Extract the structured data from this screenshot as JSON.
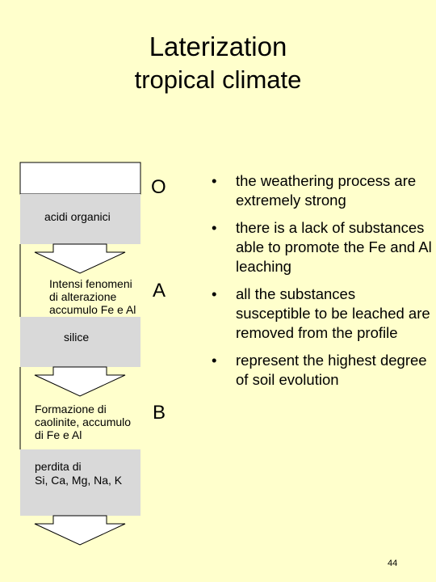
{
  "title": "Laterization",
  "subtitle": "tropical climate",
  "diagram": {
    "labels": {
      "acidi": "acidi organici",
      "intensi_1": "Intensi fenomeni",
      "intensi_2": "di alterazione",
      "intensi_3": "accumulo Fe e Al",
      "silice": "silice",
      "formazione_1": "Formazione di",
      "formazione_2": "caolinite, accumulo",
      "formazione_3": "di Fe e Al",
      "perdita_1": "perdita di",
      "perdita_2": "Si, Ca, Mg, Na, K"
    },
    "horizons": {
      "o": "O",
      "a": "A",
      "b": "B"
    },
    "colors": {
      "band_fill": "#d9d9d9",
      "box_fill": "#ffffff",
      "outline": "#000000"
    }
  },
  "bullets": [
    "the weathering process are extremely strong",
    "there is a lack of substances able to promote the Fe and Al leaching",
    "all the substances susceptible to be leached are removed from the profile",
    "represent the highest degree of soil evolution"
  ],
  "bullet_symbol": "•",
  "page_number": "44",
  "background_color": "#ffffcc"
}
